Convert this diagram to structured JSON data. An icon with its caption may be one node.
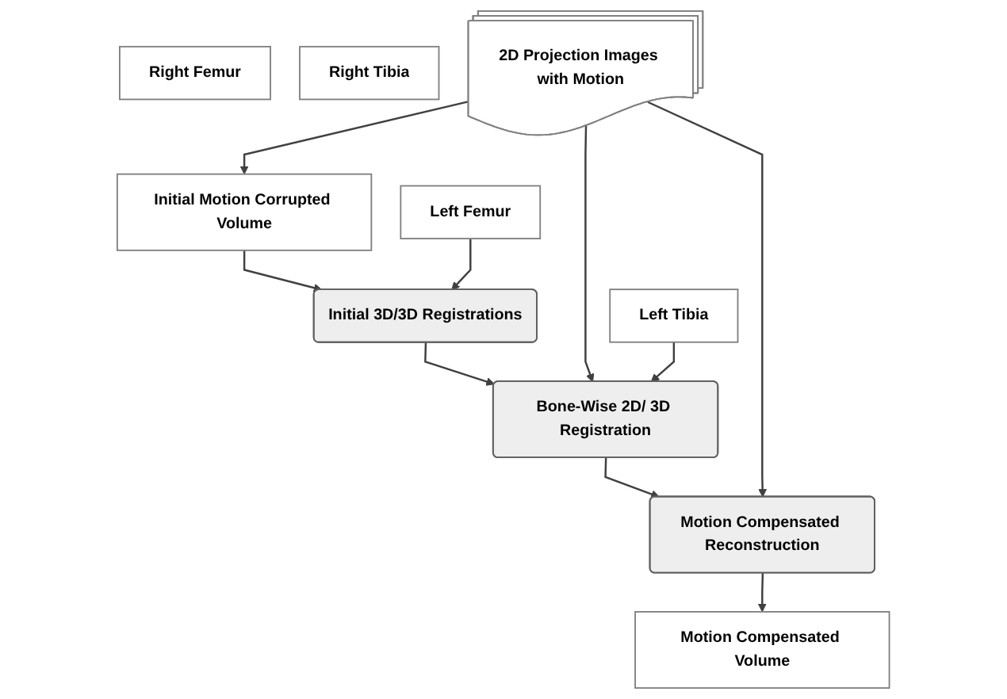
{
  "diagram": {
    "nodes": [
      {
        "text": [
          "Initial Motion Corrupted Volume"
        ]
      },
      {
        "text": [
          "Initial 3D/3D Registrations"
        ]
      },
      {
        "text": [
          "Left Femur"
        ]
      },
      {
        "text": [
          "Right Femur"
        ]
      },
      {
        "text": [
          "Left Tibia"
        ]
      },
      {
        "text": [
          "Right Tibia"
        ]
      },
      {
        "text": [
          "2D Projection Images with Motion"
        ]
      },
      {
        "text": [
          "Bone-Wise 2D/ 3D Registration"
        ]
      },
      {
        "text": [
          "Motion Compensated Reconstruction"
        ]
      },
      {
        "text": [
          "Motion Compensated Volume"
        ]
      }
    ],
    "edges": [
      {
        "from": 0,
        "to": 1,
        "arrow": "to"
      },
      {
        "from": 2,
        "to": 1,
        "arrow": "to"
      },
      {
        "from": 6,
        "to": 0,
        "arrow": "to"
      },
      {
        "from": 1,
        "to": 7,
        "arrow": "to"
      },
      {
        "from": 6,
        "to": 7,
        "arrow": "to"
      },
      {
        "from": 4,
        "to": 7,
        "arrow": "to"
      },
      {
        "from": 7,
        "to": 8,
        "arrow": "to"
      },
      {
        "from": 6,
        "to": 8,
        "arrow": "to"
      },
      {
        "from": 8,
        "to": 9,
        "arrow": "to"
      }
    ]
  }
}
